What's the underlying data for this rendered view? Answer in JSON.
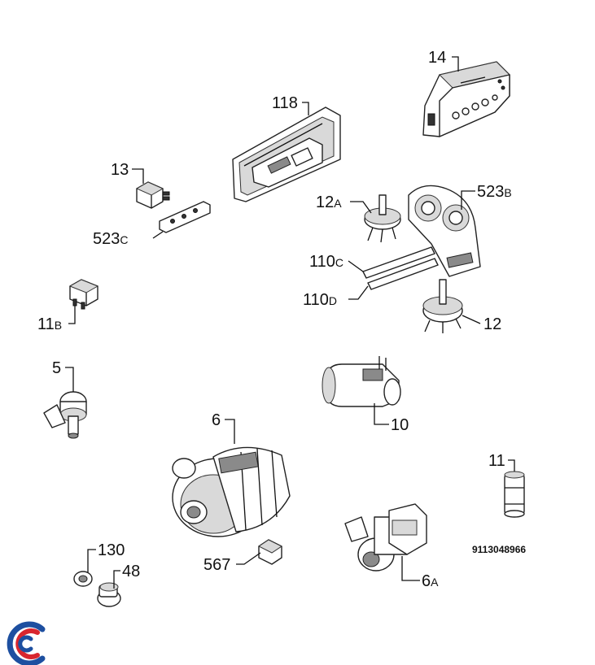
{
  "diagram_code": "9113048966",
  "parts": [
    {
      "id": "14",
      "num": "14",
      "suffix": ""
    },
    {
      "id": "118",
      "num": "118",
      "suffix": ""
    },
    {
      "id": "13",
      "num": "13",
      "suffix": ""
    },
    {
      "id": "523c",
      "num": "523",
      "suffix": "C"
    },
    {
      "id": "12a",
      "num": "12",
      "suffix": "A"
    },
    {
      "id": "523b",
      "num": "523",
      "suffix": "B"
    },
    {
      "id": "110c",
      "num": "110",
      "suffix": "C"
    },
    {
      "id": "110d",
      "num": "110",
      "suffix": "D"
    },
    {
      "id": "11b",
      "num": "11",
      "suffix": "B"
    },
    {
      "id": "12",
      "num": "12",
      "suffix": ""
    },
    {
      "id": "5",
      "num": "5",
      "suffix": ""
    },
    {
      "id": "10",
      "num": "10",
      "suffix": ""
    },
    {
      "id": "6",
      "num": "6",
      "suffix": ""
    },
    {
      "id": "11",
      "num": "11",
      "suffix": ""
    },
    {
      "id": "130",
      "num": "130",
      "suffix": ""
    },
    {
      "id": "48",
      "num": "48",
      "suffix": ""
    },
    {
      "id": "567",
      "num": "567",
      "suffix": ""
    },
    {
      "id": "6a",
      "num": "6",
      "suffix": "A"
    }
  ],
  "colors": {
    "logo_blue": "#1d4fa0",
    "logo_red": "#d8262f"
  }
}
